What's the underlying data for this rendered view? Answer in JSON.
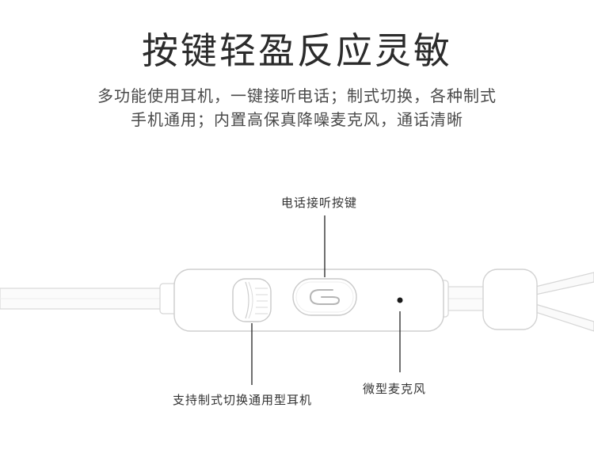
{
  "headline": "按键轻盈反应灵敏",
  "description": {
    "line1": "多功能使用耳机，一键接听电话；制式切换，各种制式",
    "line2": "手机通用；内置高保真降噪麦克风，通话清晰"
  },
  "callouts": {
    "answer_button": "电话接听按键",
    "microphone": "微型麦克风",
    "mode_switch": "支持制式切换通用型耳机"
  }
}
